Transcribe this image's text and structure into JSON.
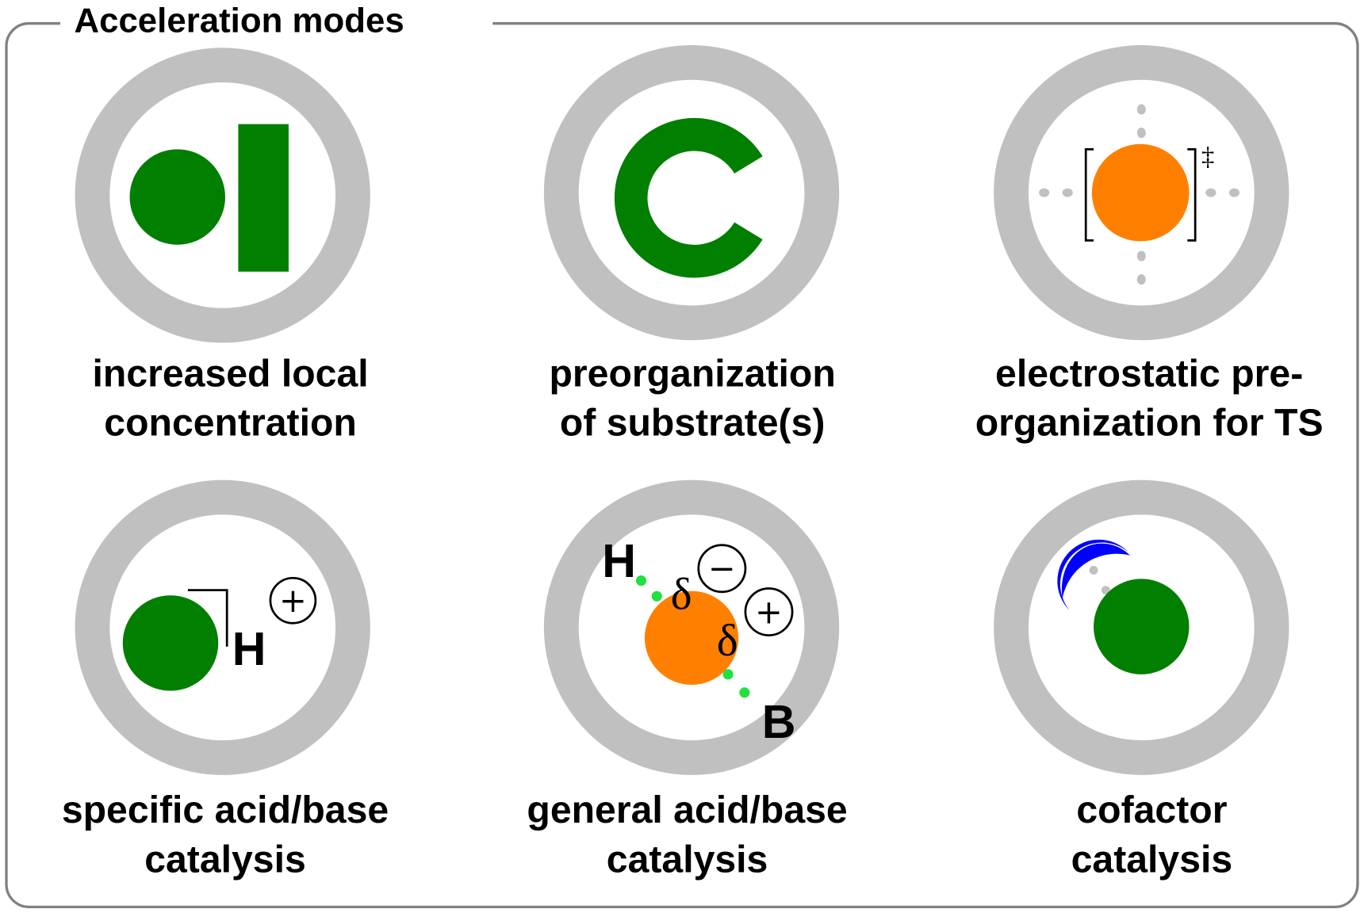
{
  "title": "Acceleration modes",
  "colors": {
    "green": "#007f00",
    "orange": "#ff8000",
    "blue": "#0000ff",
    "ring": "#c0c0c0",
    "frame": "#808080",
    "hbond": "#22e040"
  },
  "panels": [
    {
      "label_lines": [
        "increased local",
        "concentration"
      ]
    },
    {
      "label_lines": [
        "preorganization",
        "of substrate(s)"
      ]
    },
    {
      "label_lines": [
        "electrostatic pre-",
        "organization for TS"
      ],
      "ts_symbol": "‡"
    },
    {
      "label_lines": [
        "specific acid/base",
        "catalysis"
      ],
      "atom": "H",
      "charge": "+"
    },
    {
      "label_lines": [
        "general acid/base",
        "catalysis"
      ],
      "atom_acid": "H",
      "atom_base": "B",
      "delta": "δ",
      "charge_neg": "−",
      "charge_pos": "+"
    },
    {
      "label_lines": [
        "cofactor",
        "catalysis"
      ]
    }
  ]
}
